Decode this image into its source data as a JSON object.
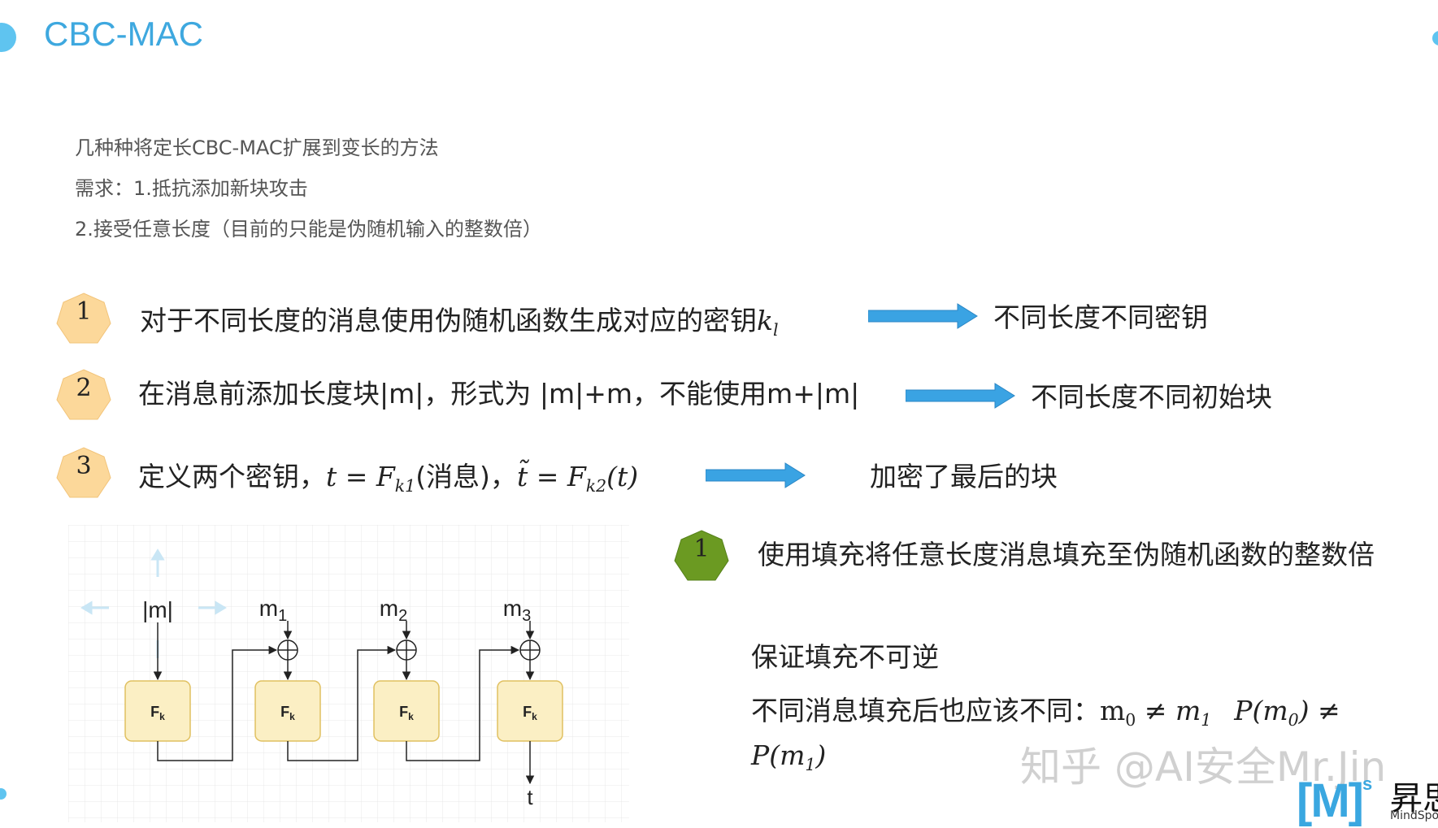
{
  "slide": {
    "title": "CBC-MAC",
    "intro": [
      "几种种将定长CBC-MAC扩展到变长的方法",
      "需求：1.抵抗添加新块攻击",
      "2.接受任意长度（目前的只能是伪随机输入的整数倍）"
    ]
  },
  "methods": [
    {
      "num": "1",
      "text": "对于不同长度的消息使用伪随机函数生成对应的密钥",
      "math": "k",
      "math_sub": "l",
      "result": "不同长度不同密钥"
    },
    {
      "num": "2",
      "text": "在消息前添加长度块|m|，形式为 |m|+m，不能使用m+|m|",
      "result": "不同长度不同初始块"
    },
    {
      "num": "3",
      "text_a": "定义两个密钥，",
      "eq1": "t = F",
      "eq1_sub": "k1",
      "text_b": "(消息)，",
      "eq2": "t̃ = F",
      "eq2_sub": "k2",
      "eq2_arg": "(t)",
      "result": "加密了最后的块"
    }
  ],
  "padding": {
    "num": "1",
    "text": "使用填充将任意长度消息填充至伪随机函数的整数倍",
    "note1": "保证填充不可逆",
    "note2_text": "不同消息填充后也应该不同：",
    "note2_math_a": "m",
    "note2_sub_a": "0",
    "note2_neq": " ≠ ",
    "note2_math_b": "m",
    "note2_sub_b": "1",
    "note2_math_c": "P(m",
    "note2_sub_c": "0",
    "note2_math_c_end": ") ≠",
    "note3_math": "P(m",
    "note3_sub": "1",
    "note3_end": ")"
  },
  "diagram": {
    "inputs": [
      "|m|",
      "m",
      "m",
      "m"
    ],
    "input_subs": [
      "",
      "1",
      "2",
      "3"
    ],
    "block_label": "F",
    "block_sub": "k",
    "output": "t"
  },
  "watermark": "知乎 @AI安全Mr.Jin",
  "logo": {
    "mark": "[M]",
    "sup": "s",
    "cn": "昇思",
    "en": "MindSpore"
  },
  "colors": {
    "title": "#3ea8df",
    "heptagon_orange": "#fcd89a",
    "heptagon_green": "#6b9a22",
    "arrow_blue": "#3aa3e3",
    "block_fill": "#fbefc4",
    "block_stroke": "#e0c060"
  }
}
